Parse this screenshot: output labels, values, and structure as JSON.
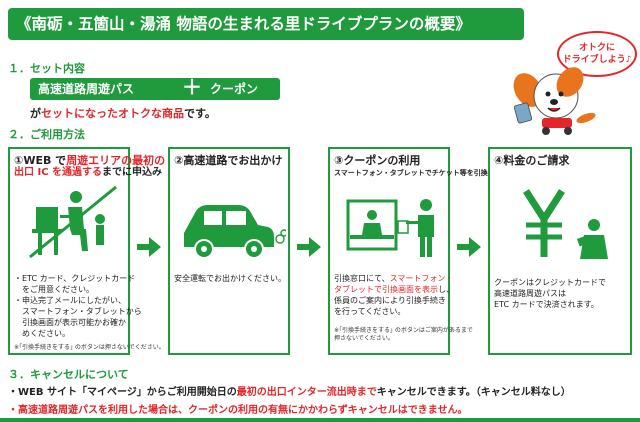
{
  "title": "《南砺・五箇山・湯涌 物語の生まれる里ドライブプランの概要》",
  "bubble": {
    "line1": "オトクに",
    "line2": "ドライブしよう♪"
  },
  "section1": {
    "heading": "１．セット内容",
    "pass_label": "高速道路周遊パス",
    "plus": "＋",
    "coupon_label": "クーポン",
    "desc_pre": "が",
    "desc_red": "セットになったオトクな商品",
    "desc_post": "です。"
  },
  "section2": {
    "heading": "２．ご利用方法"
  },
  "steps": [
    {
      "title_num": "①WEB で",
      "title_red": "周遊エリアの最初の",
      "sub_red": "出口 IC を通過する",
      "sub_post": "までに申込み",
      "body": [
        "・ETC カード、クレジットカード",
        "　をご用意ください。",
        "・申込完了メールにしたがい、",
        "　スマートフォン・タブレットから",
        "　引換画面が表示可能かお確か",
        "　めください。"
      ],
      "note": [
        "※｢引換手続きをする｣ のボタンは押さないでください。"
      ]
    },
    {
      "title": "②高速道路でお出かけ",
      "body": [
        "安全運転でお出かけください。"
      ]
    },
    {
      "title": "③クーポンの利用",
      "sub": "スマートフォン・タブレットでチケット等を引換え",
      "body_pre": "引換窓口にて、",
      "body_red1": "スマートフォン・",
      "body_red2": "タブレットで引換画面を表示",
      "body_mid": "し、",
      "body_rest": [
        "係員のご案内により引換手続き",
        "を行ってください。"
      ],
      "note": [
        "※｢引換手続きをする｣ のボタンはご案内があるまで",
        "押さないでください。"
      ]
    },
    {
      "title": "④料金のご請求",
      "body": [
        "クーポンはクレジットカードで",
        "高速道路周遊パスは",
        "ETC カードで決済されます。"
      ]
    }
  ],
  "section3": {
    "heading": "３．キャンセルについて",
    "line1_pre": "・WEB サイト「マイページ」からご利用開始日の",
    "line1_red": "最初の出口インター流出時まで",
    "line1_post": "キャンセルできます。（キャンセル料なし）",
    "line2": "・高速道路周遊パスを利用した場合は、クーポンの利用の有無にかかわらずキャンセルはできません。"
  },
  "colors": {
    "green": "#1f9a3c",
    "red": "#e3262a",
    "mascot_orange": "#e8741e"
  }
}
